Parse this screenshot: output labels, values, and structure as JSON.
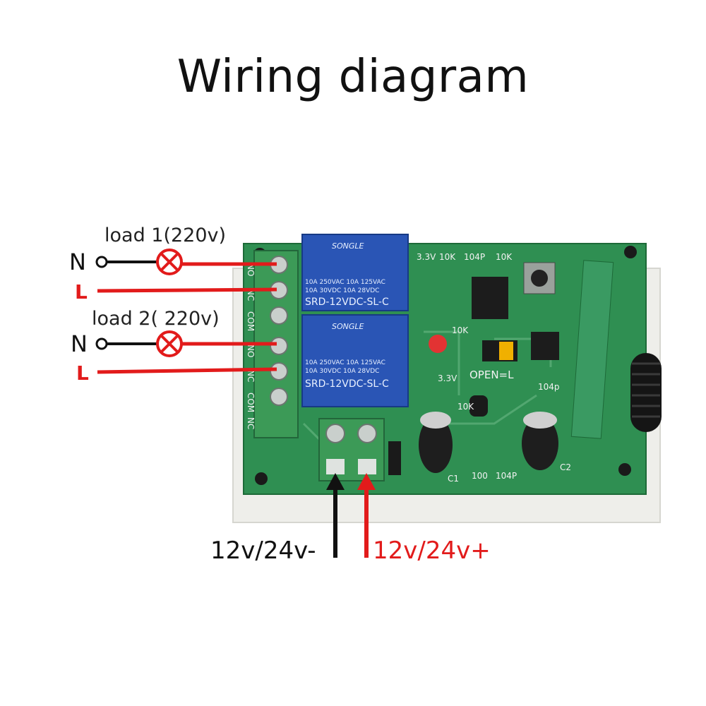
{
  "title": "Wiring diagram",
  "loads": [
    {
      "label": "load 1(220v)",
      "neutral": "N",
      "live": "L"
    },
    {
      "label": "load 2( 220v)",
      "neutral": "N",
      "live": "L"
    }
  ],
  "power": {
    "negative": "12v/24v-",
    "positive": "12v/24v+"
  },
  "relays": [
    {
      "brand": "SONGLE",
      "line1": "10A 250VAC  10A 125VAC",
      "line2": "10A  30VDC  10A  28VDC",
      "model": "SRD-12VDC-SL-C"
    },
    {
      "brand": "SONGLE",
      "line1": "10A 250VAC  10A 125VAC",
      "line2": "10A  30VDC  10A  28VDC",
      "model": "SRD-12VDC-SL-C"
    }
  ],
  "terminal_labels": [
    "NO",
    "NC",
    "COM",
    "NO",
    "NC",
    "COM",
    "NC"
  ],
  "pcb_labels": [
    "10K",
    "104P",
    "10K",
    "3.3V",
    "10K",
    "OPEN=L",
    "104p",
    "100",
    "104P",
    "C1",
    "C2",
    "3.3V",
    "10K"
  ],
  "colors": {
    "live": "#e21b1b",
    "neutral": "#111111",
    "pcb": "#2f8f52",
    "relay": "#2a55b5",
    "terminal": "#3c9a57"
  }
}
